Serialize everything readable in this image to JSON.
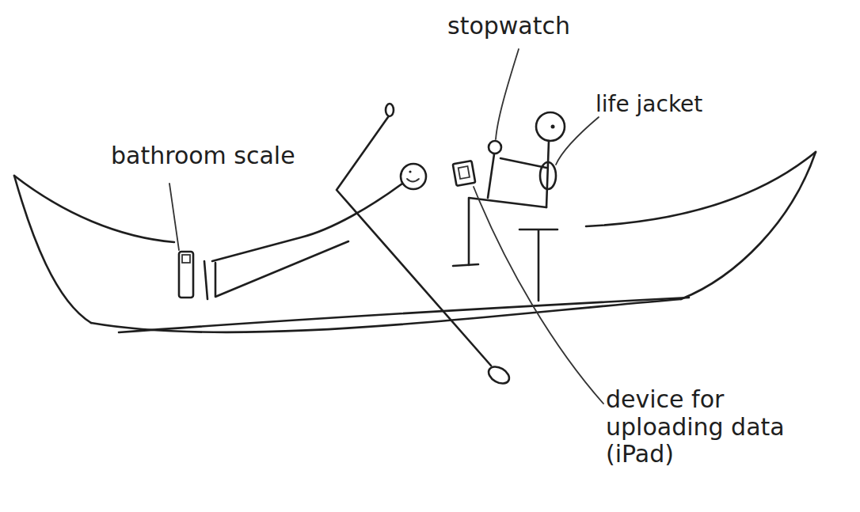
{
  "diagram": {
    "labels": [
      "bathroom scale",
      "stopwatch",
      "life jacket",
      "device for uploading data (iPad)"
    ]
  }
}
